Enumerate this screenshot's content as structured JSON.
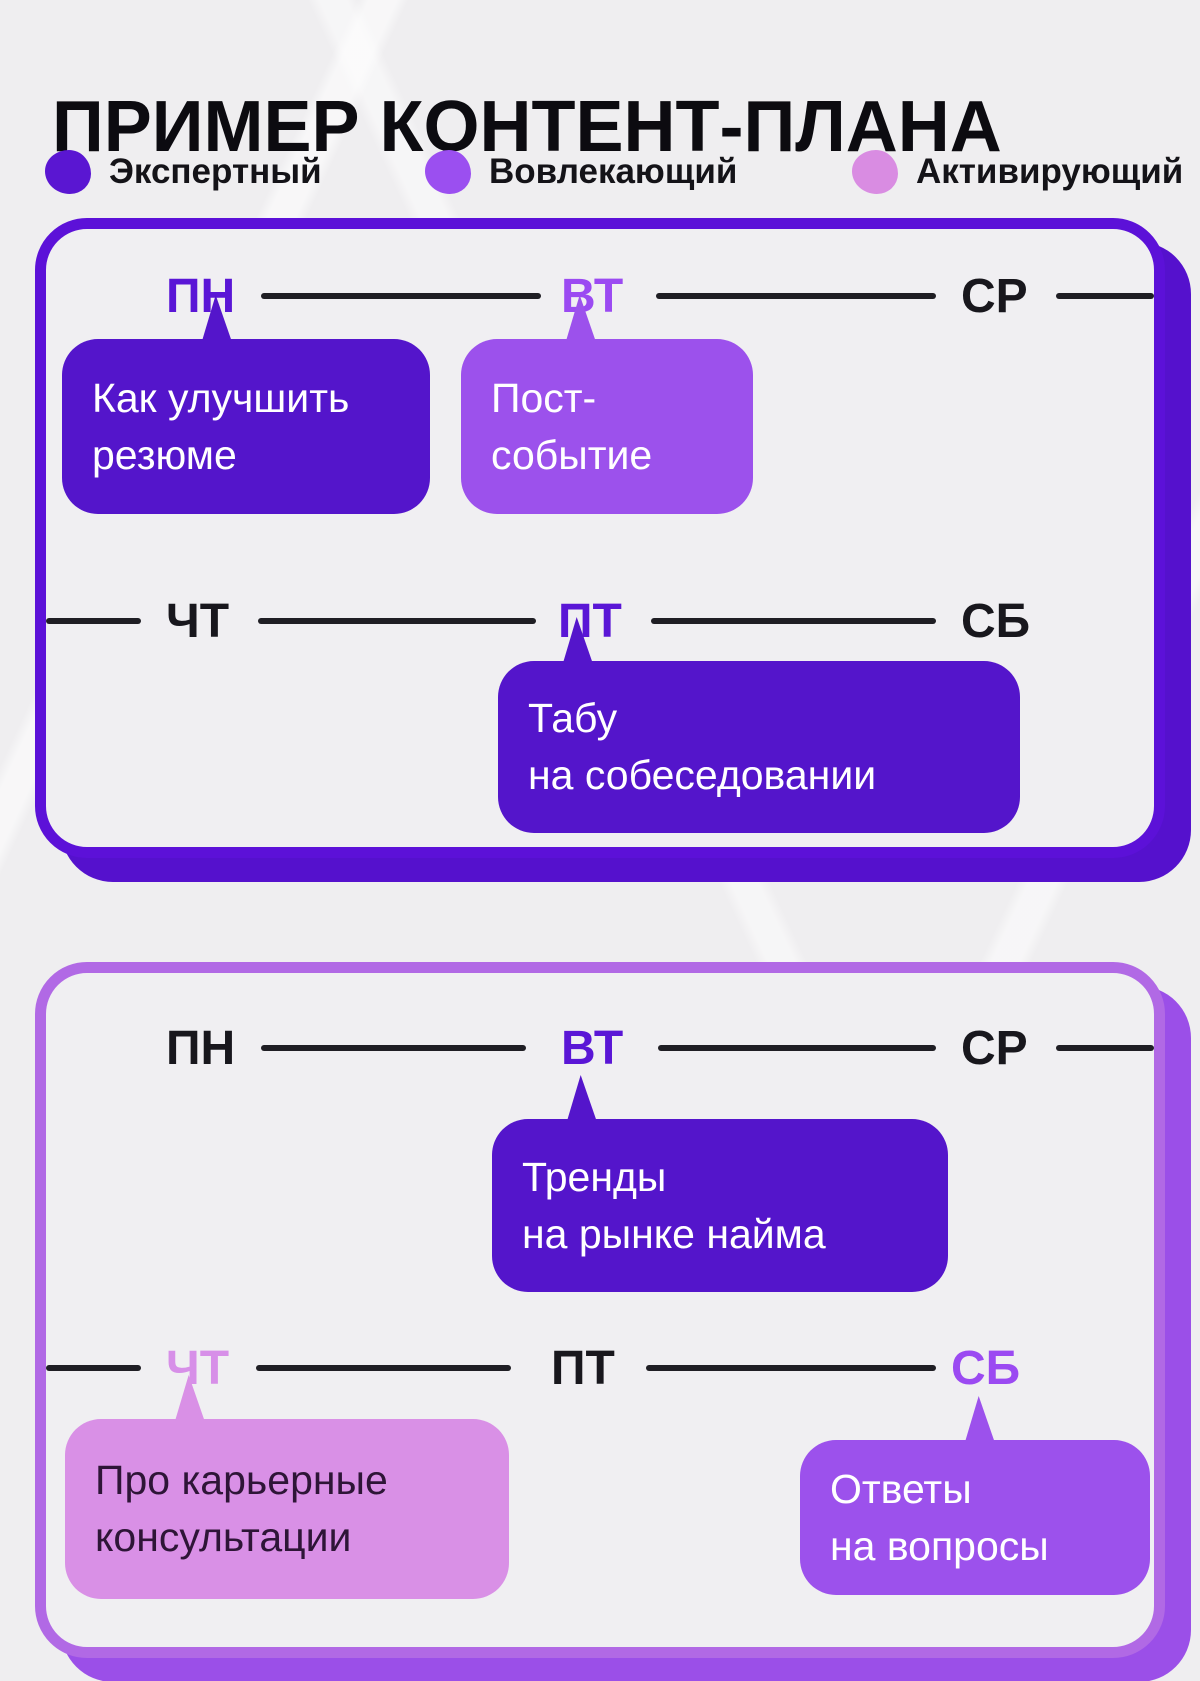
{
  "title": "ПРИМЕР КОНТЕНТ-ПЛАНА",
  "legend": {
    "items": [
      {
        "label": "Экспертный",
        "type": "expert",
        "color": "#5a16d2"
      },
      {
        "label": "Вовлекающий",
        "type": "engaging",
        "color": "#9b4ff0"
      },
      {
        "label": "Активирующий",
        "type": "activating",
        "color": "#d98ce2"
      }
    ]
  },
  "palette": {
    "background": "#efeef0",
    "line": "#1f1e24",
    "week1_border": "#5c11d8",
    "week1_shadow": "#5511cd",
    "week2_border": "#b169e5",
    "week2_shadow": "#9b4fe8",
    "expert_fill": "#5415cb",
    "engaging_fill": "#9c51ec",
    "activating_fill": "#d990e6",
    "bubble_text_light": "#ffffff",
    "bubble_text_dark": "#2e1537"
  },
  "weeks": [
    {
      "rows": [
        {
          "days": [
            {
              "label": "ПН",
              "type": "expert"
            },
            {
              "label": "ВТ",
              "type": "engaging"
            },
            {
              "label": "СР",
              "type": "plain"
            }
          ]
        },
        {
          "days": [
            {
              "label": "ЧТ",
              "type": "plain"
            },
            {
              "label": "ПТ",
              "type": "expert"
            },
            {
              "label": "СБ",
              "type": "plain"
            }
          ]
        }
      ],
      "posts": [
        {
          "day": "ПН",
          "type": "expert",
          "lines": [
            "Как улучшить",
            "резюме"
          ]
        },
        {
          "day": "ВТ",
          "type": "engaging",
          "lines": [
            "Пост-",
            "событие"
          ]
        },
        {
          "day": "ПТ",
          "type": "expert",
          "lines": [
            "Табу",
            "на собеседовании"
          ]
        }
      ]
    },
    {
      "rows": [
        {
          "days": [
            {
              "label": "ПН",
              "type": "plain"
            },
            {
              "label": "ВТ",
              "type": "expert"
            },
            {
              "label": "СР",
              "type": "plain"
            }
          ]
        },
        {
          "days": [
            {
              "label": "ЧТ",
              "type": "activating"
            },
            {
              "label": "ПТ",
              "type": "plain"
            },
            {
              "label": "СБ",
              "type": "engaging"
            }
          ]
        }
      ],
      "posts": [
        {
          "day": "ВТ",
          "type": "expert",
          "lines": [
            "Тренды",
            "на рынке найма"
          ]
        },
        {
          "day": "ЧТ",
          "type": "activating",
          "lines": [
            "Про карьерные",
            "консультации"
          ]
        },
        {
          "day": "СБ",
          "type": "engaging",
          "lines": [
            "Ответы",
            "на вопросы"
          ]
        }
      ]
    }
  ]
}
